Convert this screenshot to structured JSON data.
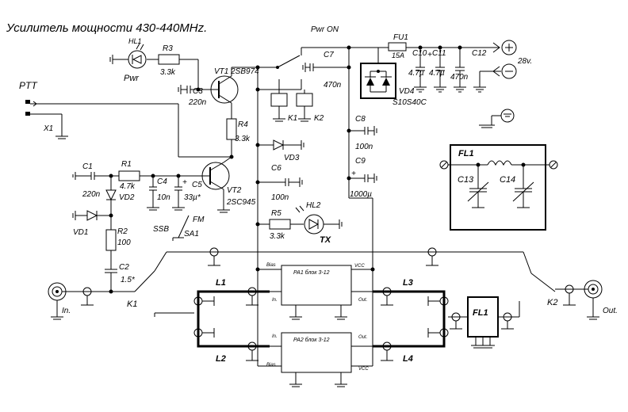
{
  "title": "Усилитель мощности 430-440MHz.",
  "labels": {
    "ptt": "PTT",
    "x1": "X1",
    "hl1": "HL1",
    "pwr": "Pwr",
    "r3": "R3",
    "r3v": "3.3k",
    "c3": "C3",
    "c3v": "220n",
    "vt1": "VT1 2SB974",
    "pwron": "Pwr ON",
    "fu1": "FU1",
    "fu1v": "15A",
    "c7": "C7",
    "c7v": "470n",
    "c10": "C10",
    "c10v": "4.7µ",
    "c11": "C11",
    "c11v": "4.7µ",
    "c12": "C12",
    "c12v": "470n",
    "plus": "+",
    "v28": "28v.",
    "vd4": "VD4",
    "vd4v": "S10S40C",
    "k1r": "K1",
    "k2r": "K2",
    "r4": "R4",
    "r4v": "3.3k",
    "vd3": "VD3",
    "c8": "C8",
    "c8v": "100n",
    "c9": "C9",
    "c9v": "1000µ",
    "c1": "C1",
    "c1v": "220n",
    "r1": "R1",
    "r1v": "4.7k",
    "c4": "C4",
    "c4v": "10n",
    "c5": "C5",
    "c5v": "33µ*",
    "vd2": "VD2",
    "vt2": "VT2",
    "vt2v": "2SC945",
    "c6": "C6",
    "c6v": "100n",
    "hl2": "HL2",
    "r5": "R5",
    "r5v": "3.3k",
    "tx": "TX",
    "vd1": "VD1",
    "r2": "R2",
    "r2v": "100",
    "ssb": "SSB",
    "fm": "FM",
    "sa1": "SA1",
    "c2": "C2",
    "c2v": "1.5*",
    "k1": "K1",
    "k2": "K2",
    "fl1": "FL1",
    "c13": "C13",
    "c14": "C14",
    "l1": "L1",
    "l2": "L2",
    "l3": "L3",
    "l4": "L4",
    "pa1": "PA1 блок 3-12",
    "pa2": "PA2 блок 3-12",
    "bias": "Bias",
    "vcc": "VCC",
    "in": "In.",
    "out": "Out.",
    "inconn": "In.",
    "outconn": "Out.",
    "fl1b": "FL1"
  }
}
